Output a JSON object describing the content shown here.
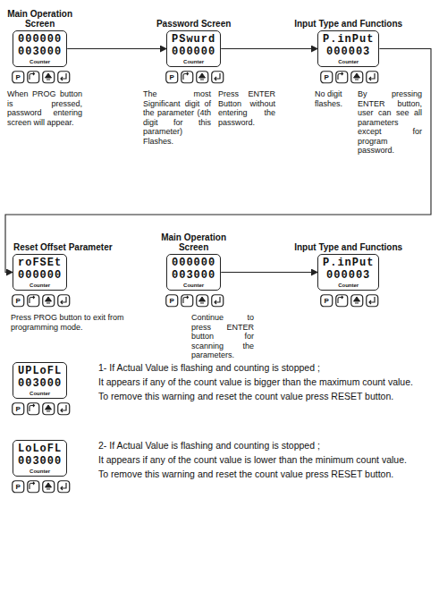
{
  "diagram": {
    "nodes": [
      {
        "text": [
          "Main Operation Screen",
          "000000",
          "003000",
          "Counter"
        ]
      },
      {
        "text": [
          "Password Screen",
          "PSwurd",
          "000000",
          "Counter"
        ]
      },
      {
        "text": [
          "Input Type and Functions",
          "P.inPut",
          "000003",
          "Counter"
        ]
      },
      {
        "text": [
          "Reset Offset Parameter",
          "roFSEt",
          "000000",
          "Counter"
        ]
      },
      {
        "text": [
          "Main Operation Screen",
          "000000",
          "003000",
          "Counter"
        ]
      },
      {
        "text": [
          "Input Type and Functions",
          "P.inPut",
          "000003",
          "Counter"
        ]
      },
      {
        "text": [
          "UPLoFL",
          "003000",
          "Counter"
        ]
      },
      {
        "text": [
          "LoLoFL",
          "003000",
          "Counter"
        ]
      }
    ],
    "edges": [
      {
        "from": 0,
        "to": 1,
        "arrow": "to"
      },
      {
        "from": 1,
        "to": 2,
        "arrow": "to"
      },
      {
        "from": 2,
        "to": 3,
        "arrow": "to"
      },
      {
        "from": 4,
        "to": 5,
        "arrow": "to"
      }
    ],
    "labels": [
      "When PROG button is pressed, password entering screen will appear.",
      "The most Significant digit of the parameter (4th digit for this parameter) Flashes.",
      "Press ENTER Button without entering the password.",
      "No digit flashes.",
      "By pressing ENTER button, user can see all parameters except for program password.",
      "Press PROG button to exit from programming mode.",
      "Continue to press ENTER button for scanning the parameters.",
      "1- If Actual Value is flashing and counting is stopped ;",
      "It appears if any of the count value is bigger than the maximum count value.",
      "To remove this warning and reset the count value press RESET button.",
      "2- If Actual Value is flashing and counting is stopped ;",
      "It appears if any of the count value is lower than the minimum count value.",
      "To remove this warning and reset the count value press RESET button.",
      "P",
      "P",
      "P",
      "P",
      "P",
      "P",
      "P",
      "P"
    ]
  }
}
